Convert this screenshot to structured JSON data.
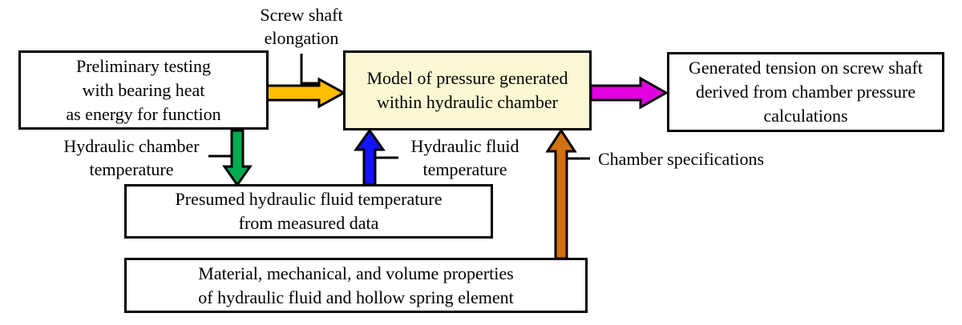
{
  "colors": {
    "amber_arrow": "#FFBE00",
    "magenta_arrow": "#E000E0",
    "green_arrow": "#00AC4F",
    "blue_arrow": "#1414FF",
    "orange_arrow": "#D2710F",
    "model_box_fill": "#FAF8D2",
    "box_border": "#000000"
  },
  "boxes": {
    "preliminary": {
      "text": "Preliminary testing\nwith bearing heat\nas energy for function"
    },
    "model": {
      "text": "Model of pressure generated\nwithin hydraulic chamber"
    },
    "tension": {
      "text": "Generated tension on screw shaft\nderived from chamber pressure\ncalculations"
    },
    "presumed": {
      "text": "Presumed hydraulic fluid temperature\nfrom measured data"
    },
    "properties": {
      "text": "Material, mechanical, and volume properties\nof hydraulic fluid and hollow spring element"
    }
  },
  "labels": {
    "screw_shaft": "Screw shaft\nelongation",
    "chamber_temp": "Hydraulic chamber\ntemperature",
    "fluid_temp": "Hydraulic fluid\ntemperature",
    "chamber_specs": "Chamber specifications"
  }
}
